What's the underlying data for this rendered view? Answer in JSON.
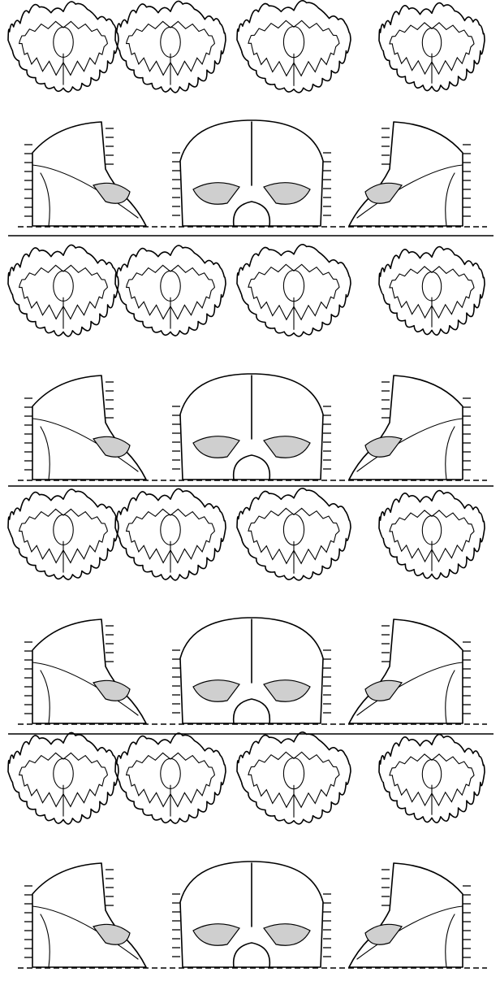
{
  "figure": {
    "panels": [
      {
        "id": "case-1",
        "section_shapes": [
          "a",
          "b",
          "c",
          "d"
        ]
      },
      {
        "id": "case-2",
        "section_shapes": [
          "b",
          "a",
          "c",
          "d"
        ]
      },
      {
        "id": "case-3",
        "section_shapes": [
          "a",
          "b",
          "c",
          "d"
        ]
      },
      {
        "id": "case-4",
        "section_shapes": [
          "b",
          "a",
          "c",
          "d"
        ]
      }
    ],
    "colors": {
      "ink": "#000000",
      "lesion": "#cfcfcf",
      "background": "#ffffff"
    }
  }
}
